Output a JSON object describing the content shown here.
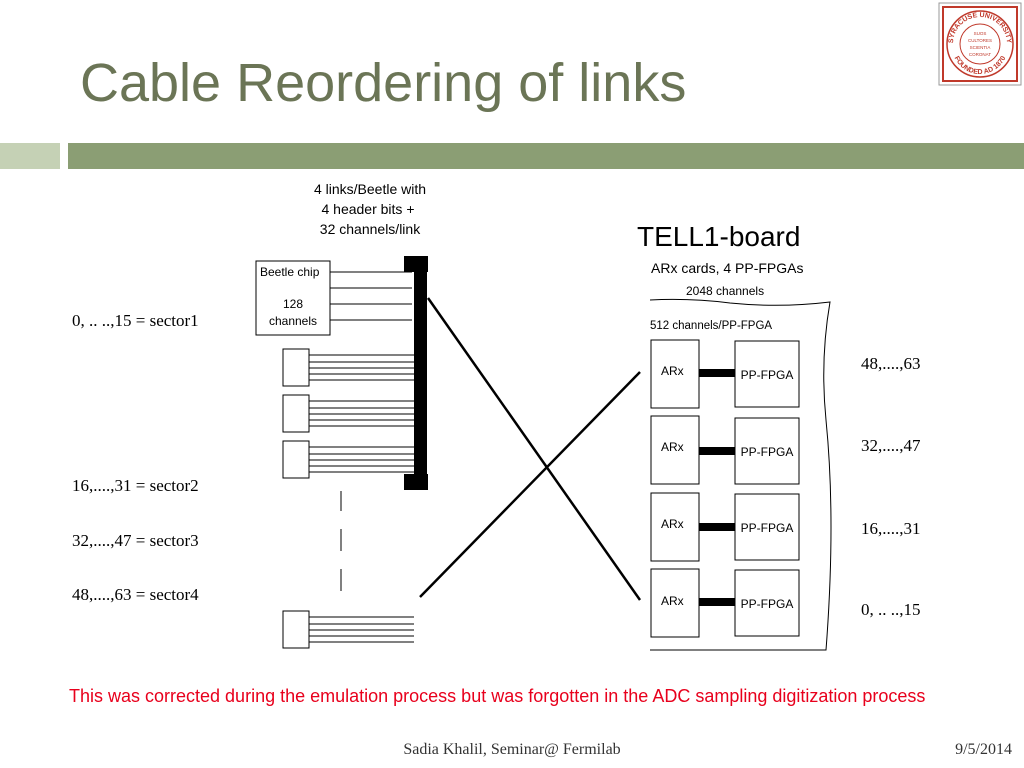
{
  "title": "Cable Reordering of links",
  "beetle_header": [
    "4  links/Beetle with",
    "4 header bits +",
    "32 channels/link"
  ],
  "beetle_chip": {
    "name": "Beetle chip",
    "count": "128",
    "unit": "channels"
  },
  "sectors": [
    "0, .. ..,15 = sector1",
    "16,....,31 = sector2",
    "32,....,47 = sector3",
    "48,....,63 = sector4"
  ],
  "tell1": {
    "title": "TELL1-board",
    "subtitle": "ARx cards, 4 PP-FPGAs",
    "channels": "2048 channels",
    "per_fpga": "512 channels/PP-FPGA",
    "arx_label": "ARx",
    "fpga_label": "PP-FPGA"
  },
  "right_ranges": [
    "48,....,63",
    "32,....,47",
    "16,....,31",
    "0, .. ..,15"
  ],
  "note": "This was corrected during the emulation process but was forgotten in the ADC sampling digitization process",
  "footer": "Sadia Khalil, Seminar@ Fermilab",
  "date": "9/5/2014",
  "logo": {
    "top_text": "SYRACUSE UNIVERSITY",
    "bottom_text": "FOUNDED AD 1870",
    "motto": [
      "SUOS",
      "CULTORES",
      "SCIENTIA",
      "CORONAT"
    ],
    "color": "#c0392b"
  }
}
